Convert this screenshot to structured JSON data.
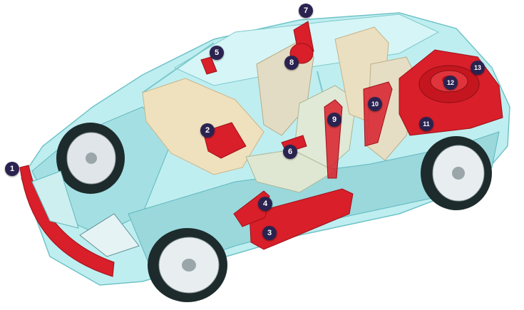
{
  "colors": {
    "body_glass": "#a8e4e6",
    "body_edge": "#5fb8be",
    "highlight_red": "#d81f2a",
    "seat": "#e9ddbe",
    "tire": "#1d2b2c",
    "rim": "#dfe5e8",
    "marker": "#2a2350"
  },
  "markers": [
    {
      "label": "1",
      "component": "front-bumper"
    },
    {
      "label": "2",
      "component": "dashboard-airbag"
    },
    {
      "label": "3",
      "component": "door-sill-panel"
    },
    {
      "label": "4",
      "component": "door-inner-panel"
    },
    {
      "label": "5",
      "component": "a-pillar-trim"
    },
    {
      "label": "6",
      "component": "center-console-part"
    },
    {
      "label": "7",
      "component": "roof-trim"
    },
    {
      "label": "8",
      "component": "headrest"
    },
    {
      "label": "9",
      "component": "seat-belt"
    },
    {
      "label": "10",
      "component": "rear-seat-belt"
    },
    {
      "label": "11",
      "component": "trunk-floor"
    },
    {
      "label": "12",
      "component": "spare-wheel"
    },
    {
      "label": "13",
      "component": "rear-trim"
    }
  ]
}
